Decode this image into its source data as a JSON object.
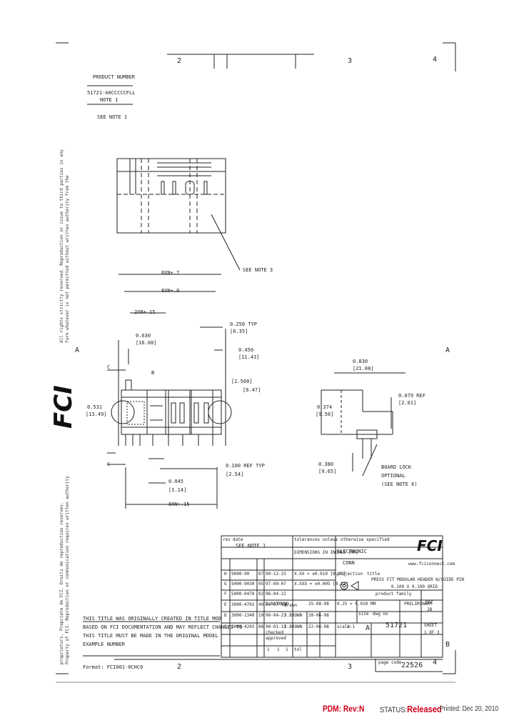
{
  "border": {
    "zones_top": [
      "2",
      "3",
      "4"
    ],
    "zones_bottom": [
      "2",
      "3",
      "4"
    ],
    "zones_side": [
      "A",
      "A",
      "B"
    ]
  },
  "product_block": {
    "header": "PRODUCT NUMBER",
    "number": "51721-A0CCCCCFLL",
    "note": "NOTE 1",
    "see_note": "SEE NOTE 1"
  },
  "copyright": {
    "line1": "All rights strictly reserved. Reproduction or issue to third parties in any",
    "line2": "form whatever is not permitted without written authority from the",
    "line3": "proprietors. Propriete de FCI. Droits de reproduction reserves.",
    "line4": "Property of FCI. Reproduction or communication requires written authority"
  },
  "side_logo": "FCI",
  "dimensions": {
    "see_note": "SEE NOTE 3",
    "d1": "8XN+.7",
    "d2": "8XN+.0",
    "d3": "2XN+.15",
    "d4": "0.250 TYP",
    "d4b": "[6.35]",
    "d5": "0.630",
    "d5b": "[16.00]",
    "d6": "0.450",
    "d6b": "[11.43]",
    "d7": "[2.500]",
    "d7b": "[6.47]",
    "d8": "0.531",
    "d8b": "[13.49]",
    "d9": "0.100 REF TYP",
    "d9b": "[2.54]",
    "d10": "0.045",
    "d10b": "[1.14]",
    "d11": "8XN+.15",
    "label_c1": "C",
    "label_c2": "C",
    "label_b": "B"
  },
  "side_view": {
    "d1": "0.830",
    "d1b": "[21.08]",
    "d2": "0.079 REF",
    "d2b": "[2.01]",
    "d3": "0.374",
    "d3b": "[9.50]",
    "d4": "0.380",
    "d4b": "[9.65]",
    "d5": "BOARD LOCK",
    "d5b": "OPTIONAL",
    "d5c": "(SEE NOTE 6)"
  },
  "notes": {
    "line1": "THIS TITLE WAS ORIGINALLY CREATED IN TITLE MOD",
    "line2": "BASED ON FCI DOCUMENTATION AND MAY REFLECT CHANGES TO",
    "line3": "THIS TITLE MUST BE MADE IN THE ORIGINAL MODEL",
    "line4": "EXAMPLE NUMBER"
  },
  "title_block": {
    "col_headers": [
      "rev",
      "date",
      "scale"
    ],
    "see_note": "SEE NOTE 1",
    "tolerance": "tolerances unless otherwise specified",
    "tolerance_val": "DIMENSIONS IN INCHES [MM]",
    "dwg_by_label": "ELECTRONIC",
    "by": "CONN",
    "url": "www.fciconnect.com",
    "rows": [
      {
        "rev": "H",
        "eco": "9000-90",
        "date": "07",
        "code": "99-12-23"
      },
      {
        "rev": "G",
        "eco": "5000-9030",
        "date": "05",
        "code": "97-09-07"
      },
      {
        "rev": "F",
        "eco": "5000-0470",
        "date": "02",
        "code": "96-04-22"
      },
      {
        "rev": "E",
        "eco": "3000-4702",
        "date": "49",
        "code": "90-07-12"
      },
      {
        "rev": "D",
        "eco": "3000-1340",
        "date": "19",
        "code": "90-04-27"
      },
      {
        "rev": "C",
        "eco": "3000-4203",
        "date": "08",
        "code": "90-01-19"
      }
    ],
    "angles": [
      "X.XX = ±0.010 [0.25]",
      "X.XXX = ±0.005 [0.13]"
    ],
    "projection": "projection",
    "title_label": "title",
    "title_line1": "PRESS FIT MODULAR HEADER W/GUIDE PIN",
    "title_line2": "0.100 X 0.100 GRID",
    "product_family_label": "product family",
    "product_family": "PRELIMINARY",
    "size_label": "size",
    "size": "A",
    "drawing_number": "51721",
    "dwg_label": "dwg no",
    "sheet_label": "SHEET",
    "sheet": "1 OF 3",
    "doc_label": "DOC",
    "doc_val": "JB",
    "drawn": "drawn",
    "checked": "checked",
    "approved": "approved",
    "drawn_by": "D.RAIMUND",
    "checked_by": "J.BROWN",
    "approved_by": "J.BROWN",
    "dates": [
      "25-08-98",
      "20-06-98",
      "22-06-98"
    ],
    "scale_label": "scale",
    "scale": "2:1",
    "tolerance_label": "tol",
    "mm_note": "0.25 = 0.010 MM",
    "prod_no_label": "page code",
    "prod_no": "22526",
    "sheets": [
      "1",
      "1",
      "1"
    ],
    "form_label": "Format: FCI001-0CHC0"
  },
  "footer": {
    "pdm_label": "PDM: Rev:N",
    "status_label": "STATUS:",
    "status_value": "Released",
    "printed": "Printed: Dec 20, 2010"
  }
}
